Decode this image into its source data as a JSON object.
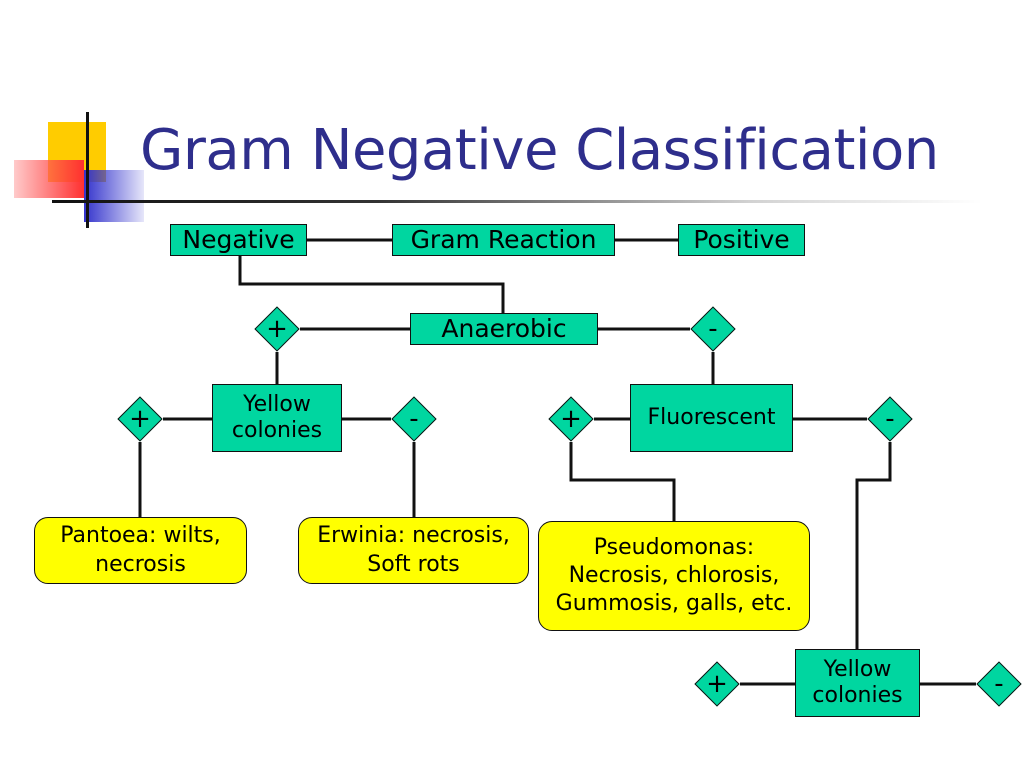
{
  "title": "Gram Negative Classification",
  "colors": {
    "title": "#2E2E8C",
    "node_fill": "#00D6A0",
    "result_fill": "#FFFF00",
    "deco_yellow": "#FFCC00",
    "deco_red": "#FF3030",
    "deco_blue": "#3333CC"
  },
  "nodes": {
    "negative": "Negative",
    "gram_reaction": "Gram Reaction",
    "positive": "Positive",
    "anaerobic": "Anaerobic",
    "yellow_colonies_1": [
      "Yellow",
      "colonies"
    ],
    "fluorescent": "Fluorescent",
    "yellow_colonies_2": [
      "Yellow",
      "colonies"
    ]
  },
  "decisions": {
    "anaerobic_plus": "+",
    "anaerobic_minus": "-",
    "yellow1_plus": "+",
    "yellow1_minus": "-",
    "fluorescent_plus": "+",
    "fluorescent_minus": "-",
    "yellow2_plus": "+",
    "yellow2_minus": "-"
  },
  "results": {
    "pantoea": [
      "Pantoea: wilts,",
      "necrosis"
    ],
    "erwinia": [
      "Erwinia: necrosis,",
      "Soft rots"
    ],
    "pseudomonas": [
      "Pseudomonas:",
      "Necrosis, chlorosis,",
      "Gummosis, galls, etc."
    ]
  }
}
